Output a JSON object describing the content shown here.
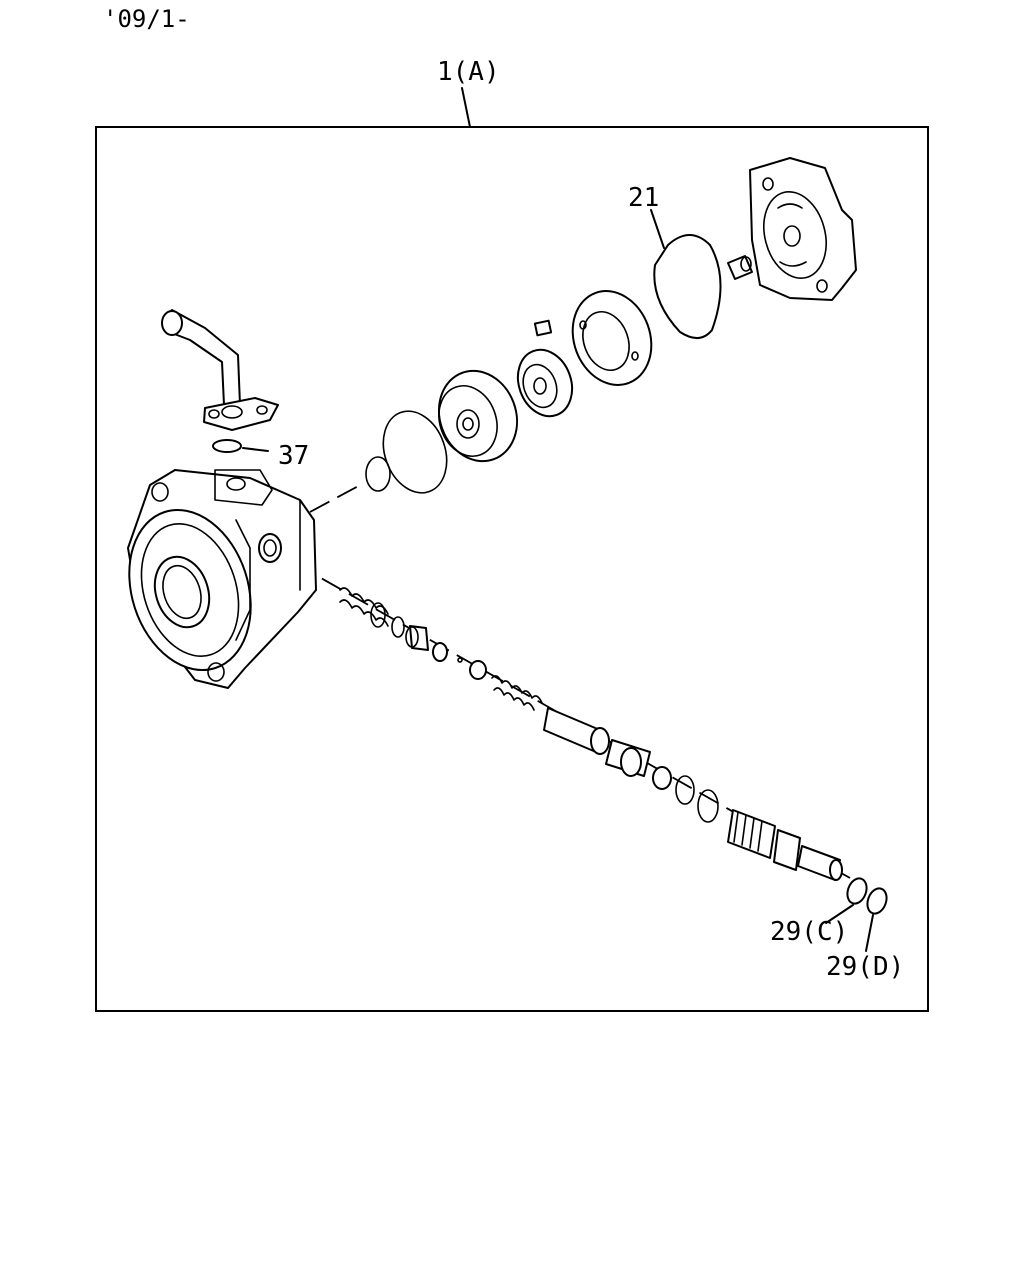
{
  "header": {
    "date_code": "'09/1-"
  },
  "diagram": {
    "assembly_label": "1(A)",
    "callouts": {
      "gasket": "21",
      "oring_top": "37",
      "oring_c": "29(C)",
      "oring_d": "29(D)"
    }
  }
}
